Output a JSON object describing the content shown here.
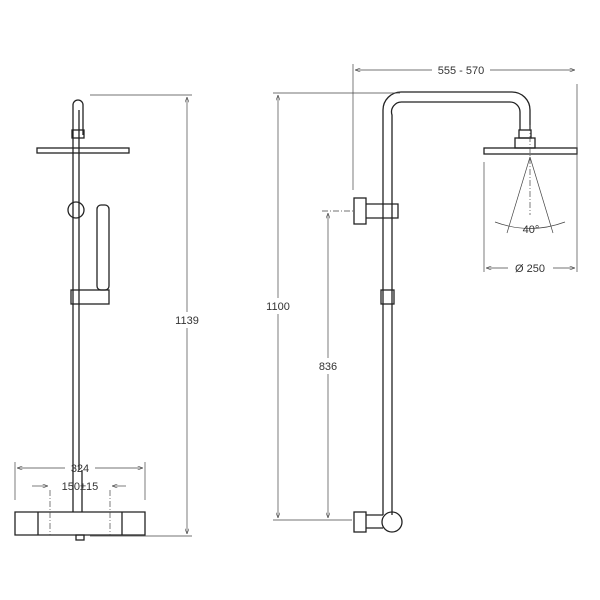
{
  "dimensions": {
    "total_height": "1139",
    "body_width": "324",
    "inlet_spacing": "150±15",
    "riser_height": "1100",
    "bracket_height": "836",
    "arm_reach": "555 - 570",
    "spray_angle": "40°",
    "head_diameter": "Ø 250"
  }
}
